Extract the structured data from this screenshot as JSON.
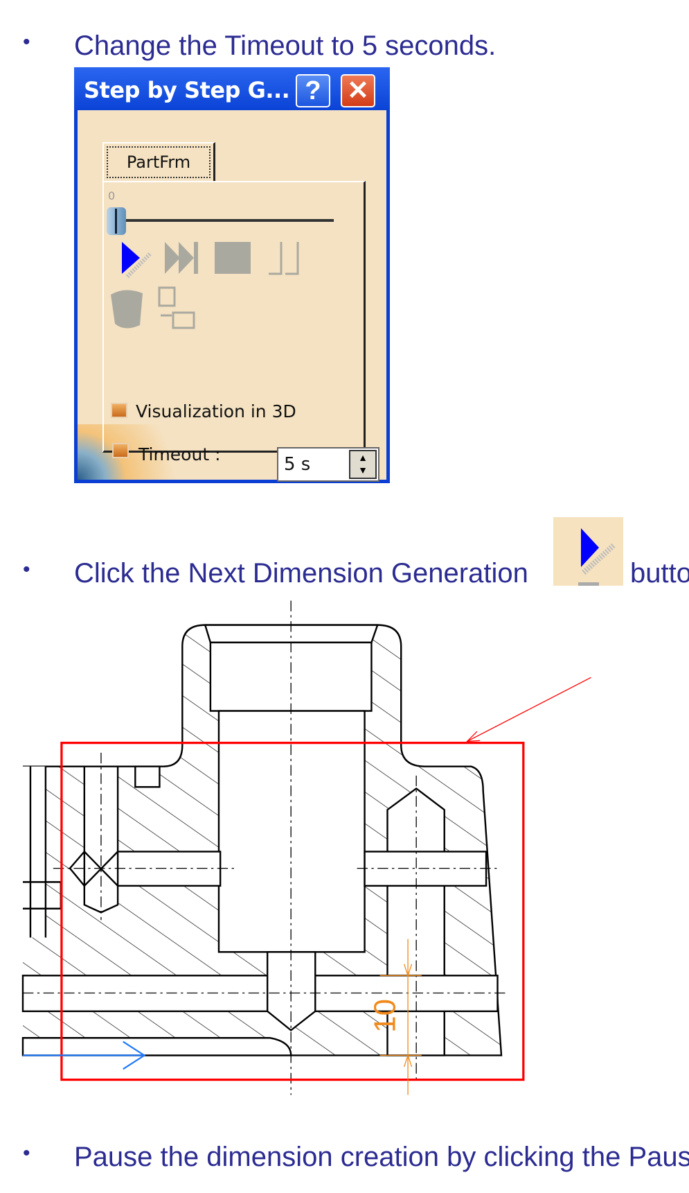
{
  "steps": [
    {
      "bullet": "•",
      "text": "Change the Timeout to 5 seconds."
    },
    {
      "bullet": "•",
      "text_before": "Click the Next Dimension Generation",
      "text_after": "button"
    },
    {
      "bullet": "•",
      "text": "Pause the dimension creation by clicking the Pause"
    }
  ],
  "dialog": {
    "title": "Step by Step G...",
    "help_label": "?",
    "close_label": "✕",
    "tab": "PartFrm",
    "slider": {
      "label": "0",
      "value": 0
    },
    "buttons": [
      "next-dimension-generation",
      "generate-all",
      "stop",
      "pause",
      "3d-view",
      "transfer-to-view"
    ],
    "checkboxes": [
      {
        "label": "Visualization in 3D",
        "checked": true
      },
      {
        "label": "Timeout :",
        "checked": true
      }
    ],
    "timeout_value": "5 s",
    "colors": {
      "title_bar": "#0b43d6",
      "client": "#f5e2c2",
      "play_icon": "#0000ff"
    }
  },
  "drawing": {
    "dimension_text": "10",
    "colors": {
      "outline": "#000000",
      "selection_box": "#ff0000",
      "dimension": "#f08a1c",
      "arrow": "#1e78ff"
    }
  }
}
